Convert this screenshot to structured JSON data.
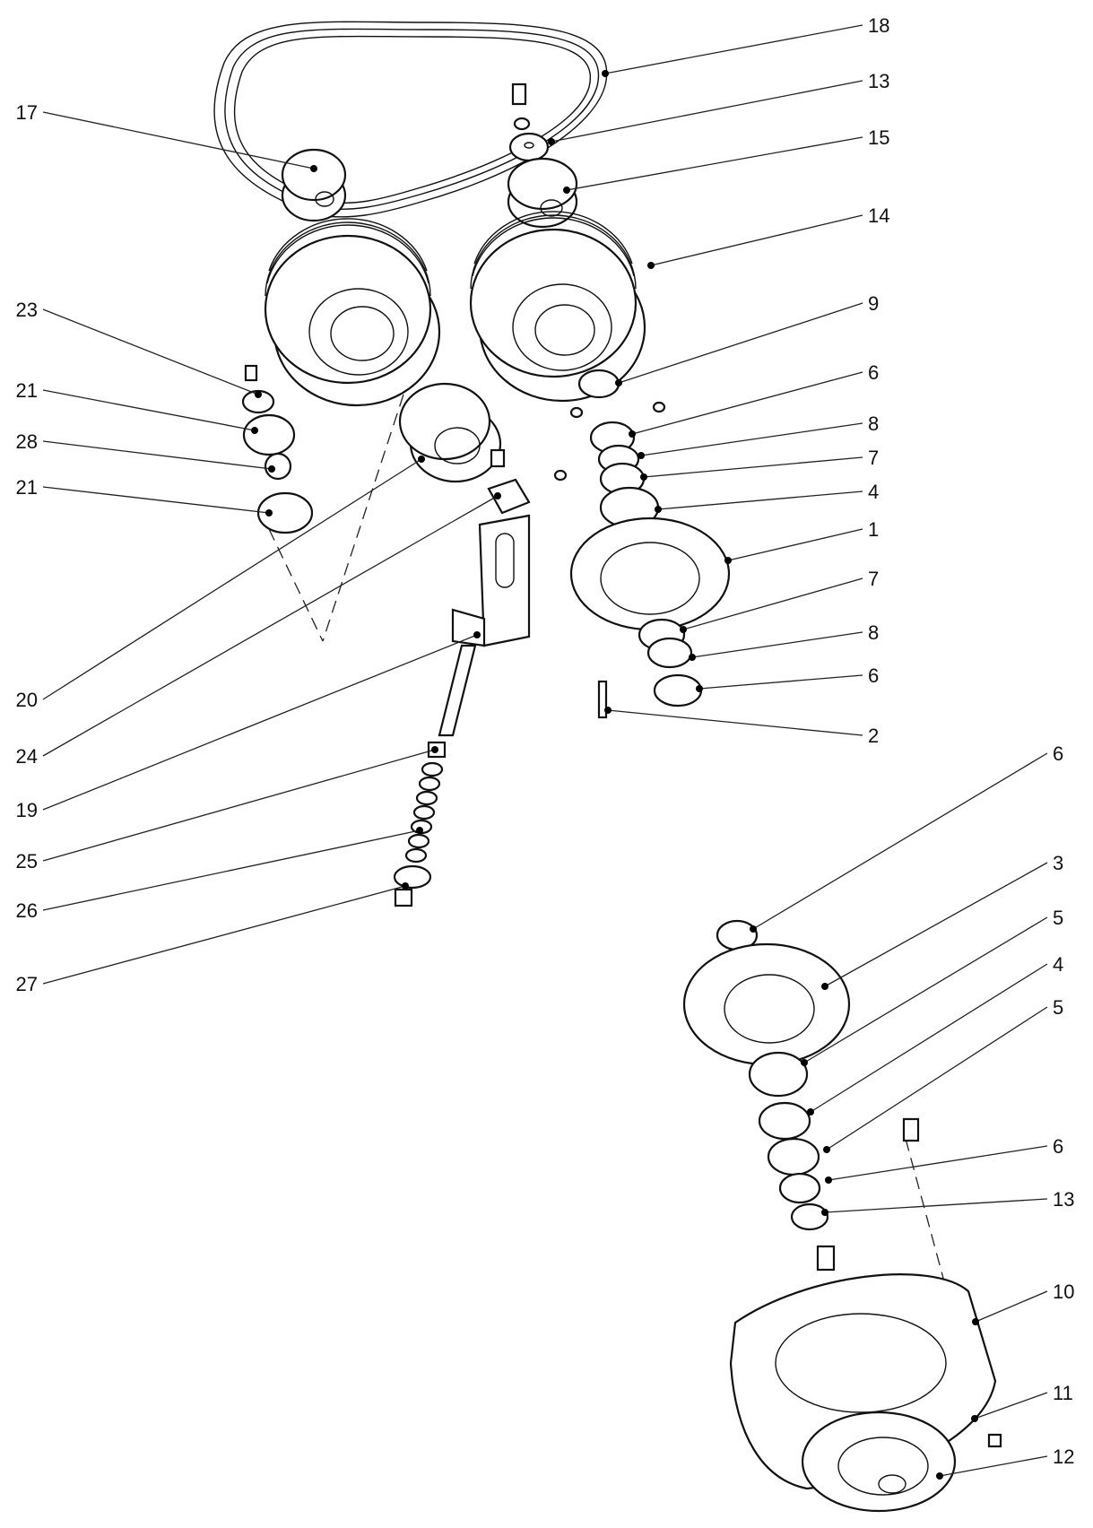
{
  "callouts": [
    {
      "id": "c18",
      "label": "18"
    },
    {
      "id": "c13a",
      "label": "13"
    },
    {
      "id": "c15",
      "label": "15"
    },
    {
      "id": "c17",
      "label": "17"
    },
    {
      "id": "c14",
      "label": "14"
    },
    {
      "id": "c9",
      "label": "9"
    },
    {
      "id": "c23",
      "label": "23"
    },
    {
      "id": "c6a",
      "label": "6"
    },
    {
      "id": "c21a",
      "label": "21"
    },
    {
      "id": "c8a",
      "label": "8"
    },
    {
      "id": "c28",
      "label": "28"
    },
    {
      "id": "c7a",
      "label": "7"
    },
    {
      "id": "c21b",
      "label": "21"
    },
    {
      "id": "c4a",
      "label": "4"
    },
    {
      "id": "c1",
      "label": "1"
    },
    {
      "id": "c7b",
      "label": "7"
    },
    {
      "id": "c8b",
      "label": "8"
    },
    {
      "id": "c6b",
      "label": "6"
    },
    {
      "id": "c20",
      "label": "20"
    },
    {
      "id": "c2",
      "label": "2"
    },
    {
      "id": "c24",
      "label": "24"
    },
    {
      "id": "c6c",
      "label": "6"
    },
    {
      "id": "c19",
      "label": "19"
    },
    {
      "id": "c25",
      "label": "25"
    },
    {
      "id": "c3",
      "label": "3"
    },
    {
      "id": "c26",
      "label": "26"
    },
    {
      "id": "c5a",
      "label": "5"
    },
    {
      "id": "c27",
      "label": "27"
    },
    {
      "id": "c4b",
      "label": "4"
    },
    {
      "id": "c5b",
      "label": "5"
    },
    {
      "id": "c6d",
      "label": "6"
    },
    {
      "id": "c13b",
      "label": "13"
    },
    {
      "id": "c10",
      "label": "10"
    },
    {
      "id": "c11",
      "label": "11"
    },
    {
      "id": "c12",
      "label": "12"
    }
  ]
}
